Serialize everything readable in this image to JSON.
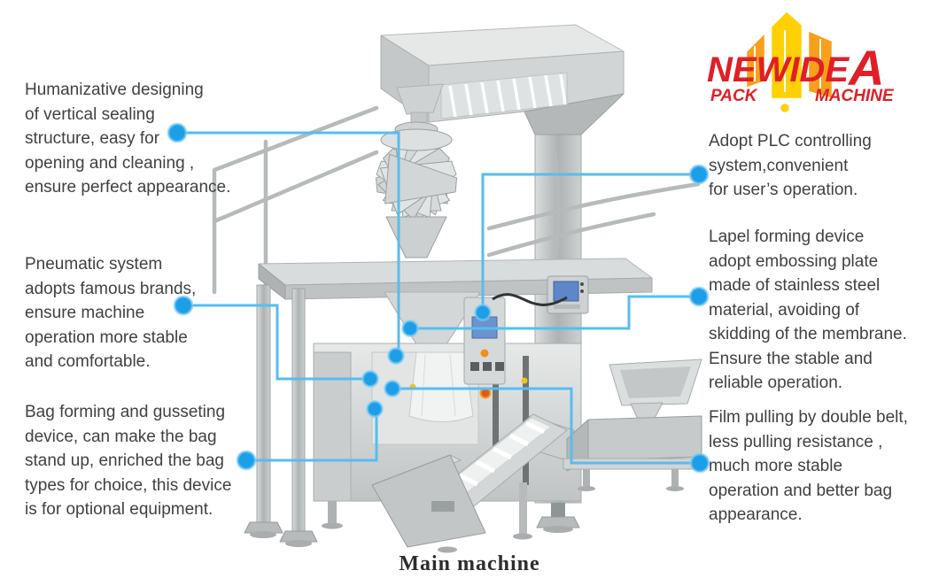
{
  "colors": {
    "connector_line": "#56bdf1",
    "connector_dot": "#1d9ee9",
    "logo_red": "#e01f26",
    "logo_yellow": "#ffd104",
    "logo_orange": "#f7a01b",
    "text": "#3f4142"
  },
  "logo": {
    "name_head": "NEWIDE",
    "name_a": "A",
    "line2_left": "PACK",
    "line2_right": "MACHINE"
  },
  "caption": "Main machine",
  "annotations": {
    "left": [
      {
        "id": "vertical-sealing",
        "lines": [
          "Humanizative designing",
          "of vertical sealing",
          "structure, easy for",
          "opening and cleaning ,",
          "ensure perfect appearance."
        ]
      },
      {
        "id": "pneumatic-system",
        "lines": [
          "Pneumatic system",
          "adopts famous brands,",
          "ensure machine",
          "operation more stable",
          "and comfortable."
        ]
      },
      {
        "id": "bag-forming",
        "lines": [
          "Bag forming and gusseting",
          "device, can make the bag",
          "stand up, enriched the bag",
          "types for choice, this device",
          "is for optional equipment."
        ]
      }
    ],
    "right": [
      {
        "id": "plc-control",
        "lines": [
          "Adopt PLC controlling",
          "system,convenient",
          "for user’s operation."
        ]
      },
      {
        "id": "lapel-forming",
        "lines": [
          "Lapel forming device",
          "adopt embossing plate",
          "made of stainless steel",
          "material, avoiding of",
          "skidding of the membrane.",
          "Ensure the stable and",
          "reliable operation."
        ]
      },
      {
        "id": "film-pulling",
        "lines": [
          "Film pulling by double belt,",
          "less pulling resistance ,",
          "much more stable",
          "operation and better bag",
          "appearance."
        ]
      }
    ]
  }
}
